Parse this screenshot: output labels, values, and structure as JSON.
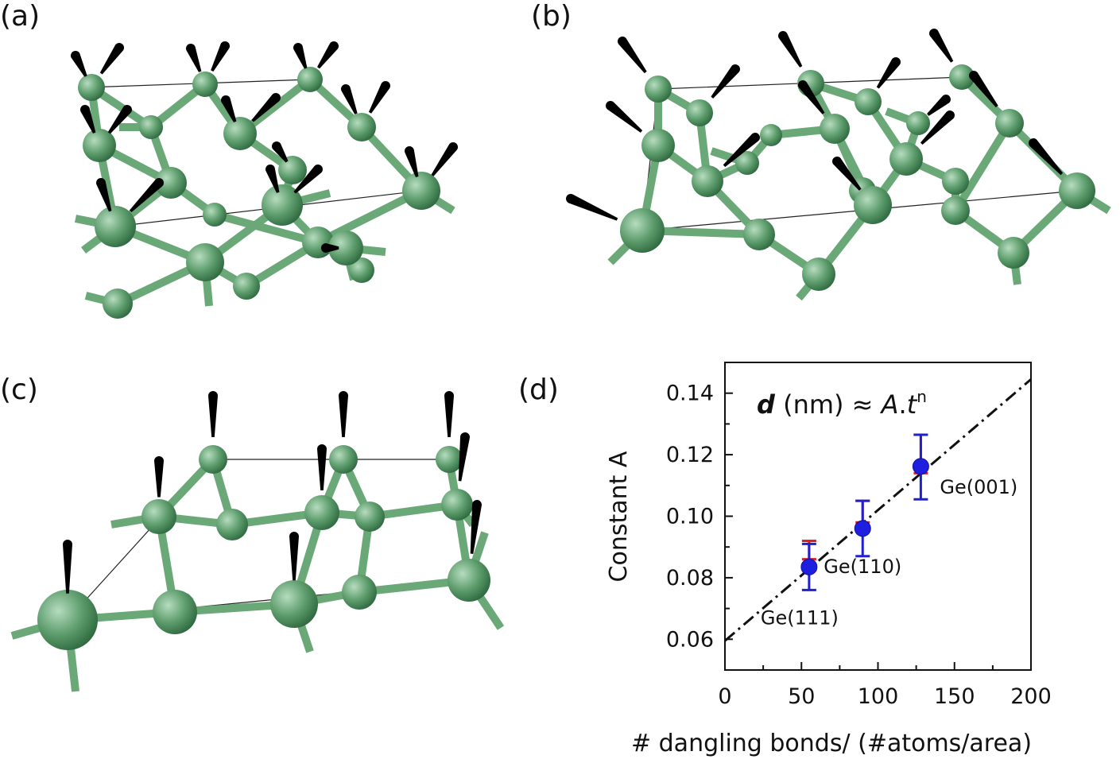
{
  "panels": {
    "a": {
      "label": "(a)"
    },
    "b": {
      "label": "(b)"
    },
    "c": {
      "label": "(c)"
    },
    "d": {
      "label": "(d)"
    }
  },
  "colors": {
    "atom": "#5f9e6e",
    "bond": "#6aa878",
    "bond_tip": "#000000",
    "point": "#1f1fe0",
    "errbar_red": "#e02020",
    "errbar_blue": "#2020d0"
  },
  "chart_data": {
    "type": "scatter",
    "xlabel": "# dangling bonds/ (#atoms/area)",
    "ylabel": "Constant A",
    "xlim": [
      0,
      200
    ],
    "ylim": [
      0.05,
      0.15
    ],
    "xticks": [
      0,
      50,
      100,
      150,
      200
    ],
    "yticks": [
      0.06,
      0.08,
      0.1,
      0.12,
      0.14
    ],
    "xtick_labels": [
      "0",
      "50",
      "100",
      "150",
      "200"
    ],
    "ytick_labels": [
      "0.06",
      "0.08",
      "0.10",
      "0.12",
      "0.14"
    ],
    "formula": {
      "d": "d",
      "unit": " (nm) ≈ ",
      "A": "A",
      "dot": ".",
      "t": "t",
      "exp": "n"
    },
    "points": [
      {
        "name": "Ge(111)",
        "x": 55,
        "y": 0.0835,
        "err_blue": [
          0.076,
          0.091
        ],
        "err_red": [
          0.086,
          0.092
        ]
      },
      {
        "name": "Ge(110)",
        "x": 90,
        "y": 0.096,
        "err_blue": [
          0.087,
          0.105
        ],
        "err_red": [
          0.098,
          0.105
        ]
      },
      {
        "name": "Ge(001)",
        "x": 128,
        "y": 0.1162,
        "err_blue": [
          0.1055,
          0.1265
        ],
        "err_red": [
          0.114,
          0.1265
        ]
      }
    ],
    "fit": {
      "x": [
        0,
        200
      ],
      "y": [
        0.0595,
        0.1445
      ],
      "style": "dash-dot"
    }
  }
}
